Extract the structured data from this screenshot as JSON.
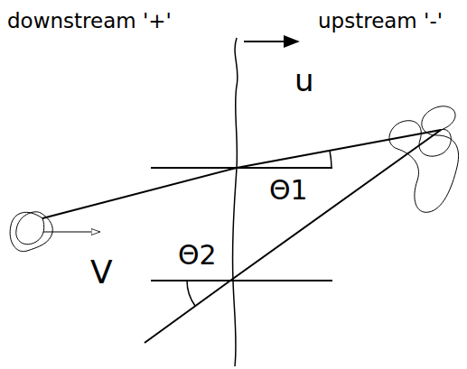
{
  "diagram": {
    "labels": [
      "downstream '+'",
      "upstream '-'",
      "u",
      "Θ1",
      "Θ2",
      "V"
    ]
  }
}
